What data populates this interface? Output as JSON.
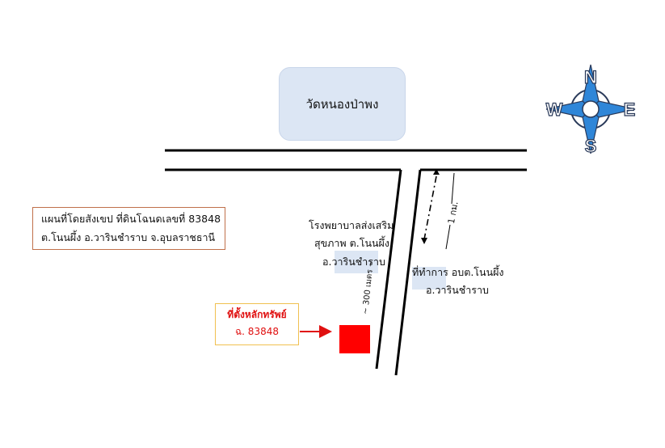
{
  "map": {
    "temple_label": "วัดหนองป่าพง",
    "title_line1": "แผนที่โดยสังเขป  ที่ดินโฉนดเลขที่ 83848",
    "title_line2": "ต.โนนผึ้ง อ.วารินชำราบ จ.อุบลราชธานี",
    "hospital_line1": "โรงพยาบาลส่งเสริม",
    "hospital_line2": "สุขภาพ ต.โนนผึ้ง",
    "hospital_line3": "อ.วารินชำราบ",
    "office_line1": "ที่ทำการ อบต.โนนผึ้ง",
    "office_line2": "อ.วารินชำราบ",
    "property_line1": "ที่ตั้งหลักทรัพย์",
    "property_line2": "ฉ. 83848",
    "distance_300": "~ 300 เมตร ~",
    "distance_1km": "1 กม.",
    "compass": {
      "north": "N",
      "south": "S",
      "east": "E",
      "west": "W"
    }
  },
  "colors": {
    "road": "#000000",
    "highlight": "#dce6f4",
    "property_marker": "#ff0000",
    "arrow": "#e01010",
    "compass_blue": "#2f86d8",
    "compass_dark": "#2a3a5a"
  }
}
